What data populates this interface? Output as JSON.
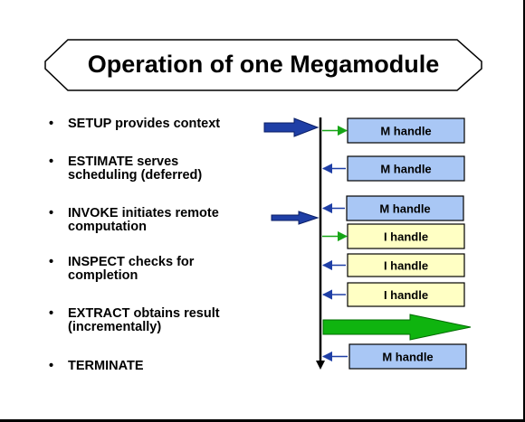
{
  "title": "Operation of one Megamodule",
  "bullets": [
    {
      "text": "SETUP provides context"
    },
    {
      "text": "ESTIMATE serves\nscheduling (deferred)"
    },
    {
      "text": "INVOKE initiates remote\ncomputation"
    },
    {
      "text": "INSPECT checks for\ncompletion"
    },
    {
      "text": "EXTRACT obtains result\n(incrementally)"
    },
    {
      "text": "TERMINATE"
    }
  ],
  "bullet_glyph": "•",
  "handles": [
    {
      "label": "M handle",
      "kind": "M",
      "arrow": "in"
    },
    {
      "label": "M handle",
      "kind": "M",
      "arrow": "out"
    },
    {
      "label": "M handle",
      "kind": "M",
      "arrow": "out"
    },
    {
      "label": "I handle",
      "kind": "I",
      "arrow": "in"
    },
    {
      "label": "I handle",
      "kind": "I",
      "arrow": "out"
    },
    {
      "label": "I handle",
      "kind": "I",
      "arrow": "out"
    },
    {
      "label": "M handle",
      "kind": "M",
      "arrow": "out"
    }
  ],
  "colors": {
    "m_handle_fill": "#a9c7f5",
    "i_handle_fill": "#ffffc4",
    "blue_arrow": "#1f3fa6",
    "green_arrow": "#16a516",
    "big_green_arrow": "#0fb40f",
    "timeline": "#000000"
  },
  "icons": {
    "setup_arrow": "right-block-arrow-icon",
    "invoke_arrow": "right-block-arrow-icon",
    "result_arrow": "right-big-green-arrow-icon"
  }
}
